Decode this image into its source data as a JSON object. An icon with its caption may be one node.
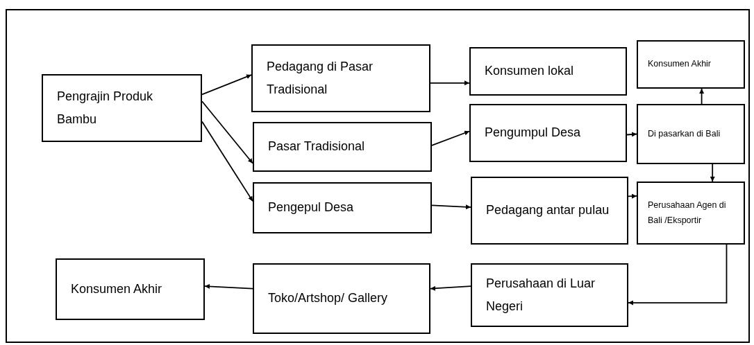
{
  "diagram": {
    "nodes": [
      {
        "text": [
          "Pengrajin Produk Bambu"
        ]
      },
      {
        "text": [
          "Pedagang di Pasar Tradisional"
        ]
      },
      {
        "text": [
          "Konsumen lokal"
        ]
      },
      {
        "text": [
          "Konsumen Akhir"
        ]
      },
      {
        "text": [
          "Pasar Tradisional"
        ]
      },
      {
        "text": [
          "Pengumpul Desa"
        ]
      },
      {
        "text": [
          "Di pasarkan di Bali"
        ]
      },
      {
        "text": [
          "Pengepul Desa"
        ]
      },
      {
        "text": [
          "Pedagang antar pulau"
        ]
      },
      {
        "text": [
          "Perusahaan Agen di Bali /Eksportir"
        ]
      },
      {
        "text": [
          "Konsumen Akhir"
        ]
      },
      {
        "text": [
          "Toko/Artshop/ Gallery"
        ]
      },
      {
        "text": [
          "Perusahaan di Luar Negeri"
        ]
      }
    ],
    "edges": [
      {
        "from": 0,
        "to": 1,
        "arrow": "to"
      },
      {
        "from": 0,
        "to": 4,
        "arrow": "to"
      },
      {
        "from": 0,
        "to": 7,
        "arrow": "to"
      },
      {
        "from": 1,
        "to": 2,
        "arrow": "to"
      },
      {
        "from": 4,
        "to": 5,
        "arrow": "to"
      },
      {
        "from": 7,
        "to": 8,
        "arrow": "to"
      },
      {
        "from": 5,
        "to": 6,
        "arrow": "to"
      },
      {
        "from": 6,
        "to": 3,
        "arrow": "to"
      },
      {
        "from": 6,
        "to": 9,
        "arrow": "to"
      },
      {
        "from": 8,
        "to": 9,
        "arrow": "to"
      },
      {
        "from": 9,
        "to": 12,
        "arrow": "to"
      },
      {
        "from": 12,
        "to": 11,
        "arrow": "to"
      },
      {
        "from": 11,
        "to": 10,
        "arrow": "to"
      }
    ]
  }
}
